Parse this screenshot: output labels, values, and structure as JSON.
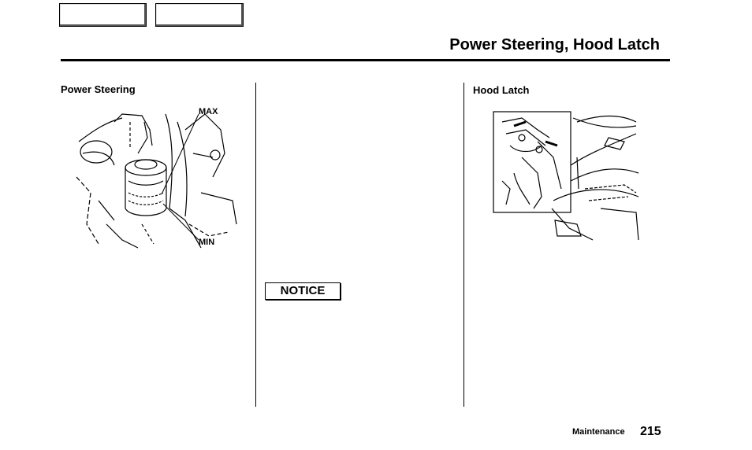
{
  "nav": {
    "back_button": "",
    "contents_button": ""
  },
  "page": {
    "title": "Power Steering, Hood Latch",
    "section": "Maintenance",
    "number": "215"
  },
  "power_steering": {
    "heading": "Power Steering",
    "figure_labels": {
      "max": "MAX",
      "min": "MIN"
    }
  },
  "hood_latch": {
    "heading": "Hood Latch"
  },
  "notice": {
    "label": "NOTICE"
  }
}
